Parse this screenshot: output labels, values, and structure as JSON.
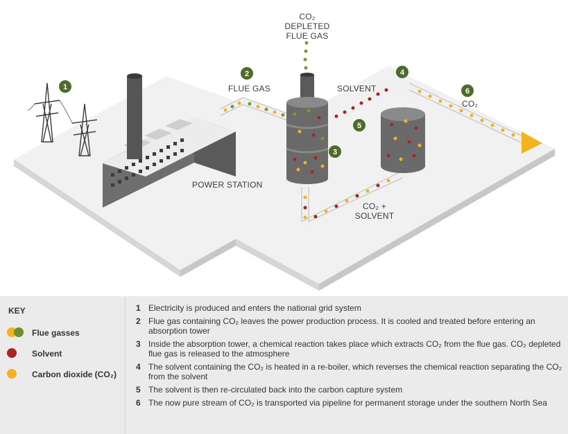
{
  "labels": {
    "co2_depleted_1": "CO₂",
    "co2_depleted_2": "DEPLETED",
    "co2_depleted_3": "FLUE GAS",
    "flue_gas": "FLUE GAS",
    "solvent": "SOLVENT",
    "co2_out": "CO₂",
    "co2_solvent_1": "CO₂ +",
    "co2_solvent_2": "SOLVENT",
    "power_station": "POWER STATION"
  },
  "markers": [
    "1",
    "2",
    "3",
    "4",
    "5",
    "6"
  ],
  "colors": {
    "marker_green": "#4d6b2a",
    "flue_gas_green": "#7a9a2e",
    "solvent_red": "#a8261f",
    "co2_yellow": "#f3b21f",
    "pipe_fill": "#f2f2f2"
  },
  "key": {
    "title": "KEY",
    "items": [
      {
        "label": "Flue gasses",
        "colors": [
          "#f3b21f",
          "#6b8f2a"
        ]
      },
      {
        "label": "Solvent",
        "colors": [
          "#a8261f"
        ]
      },
      {
        "label": "Carbon dioxide (CO₂)",
        "colors": [
          "#f3b21f"
        ]
      }
    ]
  },
  "steps": [
    {
      "num": "1",
      "text": "Electricity is produced and enters the national grid system"
    },
    {
      "num": "2",
      "text": "Flue gas containing CO₂ leaves the power production process. It is cooled and treated before entering an absorption tower"
    },
    {
      "num": "3",
      "text": "Inside the absorption tower, a chemical reaction takes place which extracts CO₂ from the flue gas. CO₂ depleted flue gas is released to the atmosphere"
    },
    {
      "num": "4",
      "text": "The solvent containing the CO₂ is heated in a re-boiler, which reverses the chemical reaction separating the CO₂ from the solvent"
    },
    {
      "num": "5",
      "text": "The solvent is then re-circulated back into the carbon capture system"
    },
    {
      "num": "6",
      "text": "The now pure stream of CO₂ is transported via pipeline for permanent storage under the southern North Sea"
    }
  ]
}
